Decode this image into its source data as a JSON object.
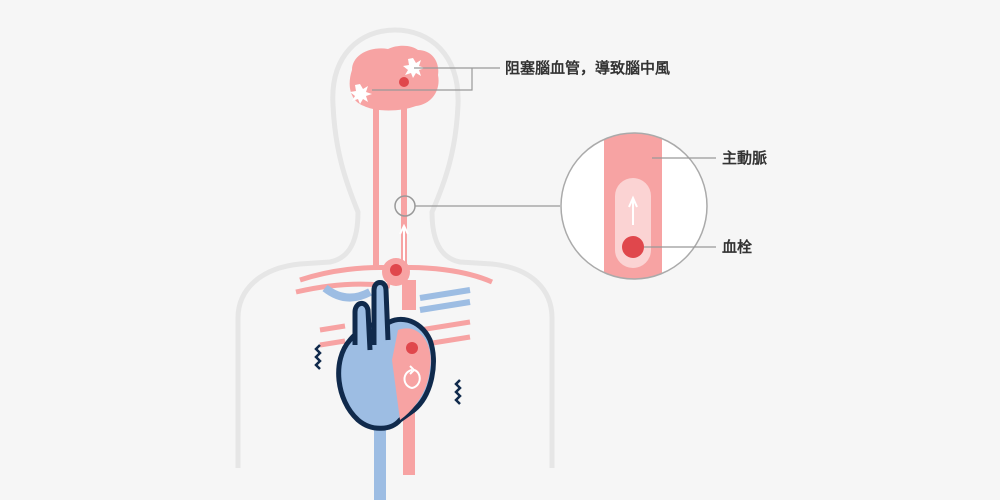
{
  "annotations": {
    "stroke": "阻塞腦血管，導致腦中風",
    "aorta": "主動脈",
    "clot": "血栓"
  },
  "colors": {
    "background": "#f6f6f6",
    "body_outline": "#e6e6e6",
    "artery": "#f7a3a3",
    "artery_dark": "#e0474c",
    "clot": "#e0474c",
    "vein": "#9dbde3",
    "heart_outline": "#102a4c",
    "leader_line": "#999999",
    "text": "#333333"
  }
}
